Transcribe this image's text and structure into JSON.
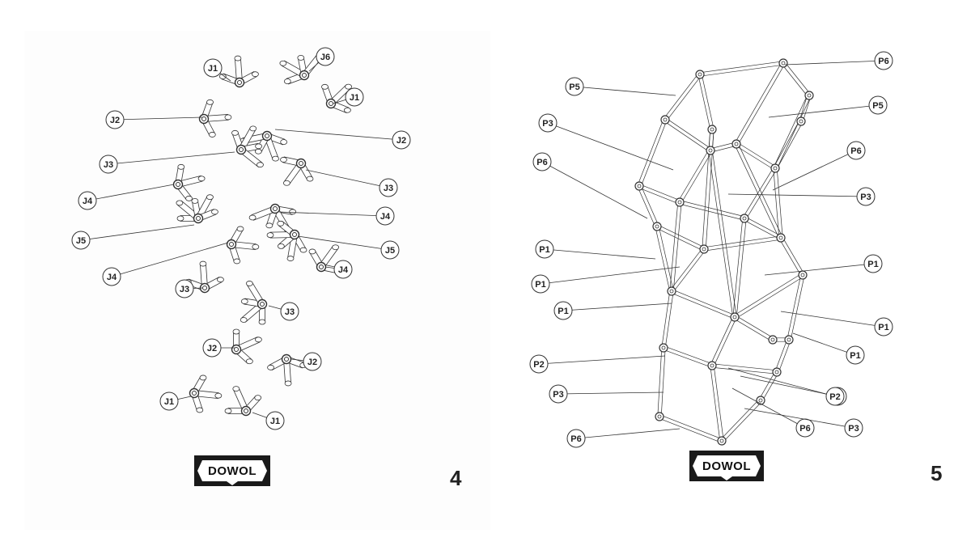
{
  "pages": [
    {
      "page_number": "4",
      "logo_text": "DOWOL",
      "labels": [
        "J1",
        "J6",
        "J1",
        "J2",
        "J2",
        "J3",
        "J3",
        "J4",
        "J4",
        "J5",
        "J5",
        "J4",
        "J4",
        "J3",
        "J3",
        "J2",
        "J2",
        "J1",
        "J1"
      ]
    },
    {
      "page_number": "5",
      "logo_text": "DOWOL",
      "labels": [
        "P5",
        "P6",
        "P5",
        "P3",
        "P6",
        "P6",
        "P3",
        "P1",
        "P1",
        "P1",
        "P1",
        "P1",
        "P1",
        "P2",
        "P1",
        "P3",
        "P6",
        "P6",
        "P3",
        "P2"
      ]
    }
  ],
  "colors": {
    "line": "#333333",
    "logo_bg": "#1a1a1a",
    "logo_inner": "#ffffff"
  }
}
